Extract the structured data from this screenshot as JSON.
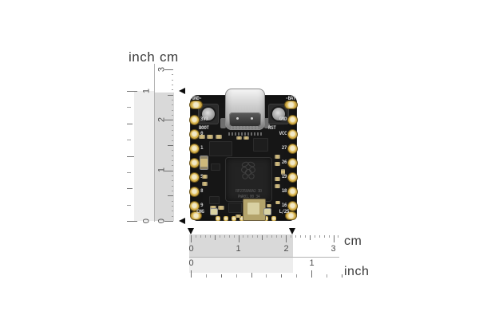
{
  "vertical_ruler": {
    "unit_inch": "inch",
    "unit_cm": "cm",
    "cm_labels": [
      "3",
      "2",
      "1",
      "0"
    ],
    "inch_labels": [
      "1",
      "0"
    ]
  },
  "horizontal_ruler": {
    "unit_cm": "cm",
    "unit_inch": "inch",
    "cm_labels": [
      "0",
      "1",
      "2",
      "3"
    ],
    "inch_labels": [
      "0",
      "1"
    ]
  },
  "board": {
    "top_left_pad": "GND-",
    "top_right_pad": "-BAT",
    "boot_button": "BOOT",
    "reset_button": "RST",
    "left_pads": [
      "3V3",
      "0",
      "1",
      "4",
      "5",
      "8",
      "9"
    ],
    "right_pads": [
      "GND",
      "VCC",
      "27",
      "26",
      "19",
      "18",
      "16"
    ],
    "charge_led": "CHG",
    "user_led": "L/25",
    "chip_marking_line1": "RP2350A0A2 3D",
    "chip_marking_line2": "PWR01.00 34"
  },
  "colors": {
    "pcb": "#161616",
    "pad_gold": "#d9b44a",
    "silkscreen": "#d6d6d6",
    "ruler_band_cm": "#d9d9d9",
    "ruler_band_inch": "#ededed",
    "arrow": "#0c0c0c"
  }
}
